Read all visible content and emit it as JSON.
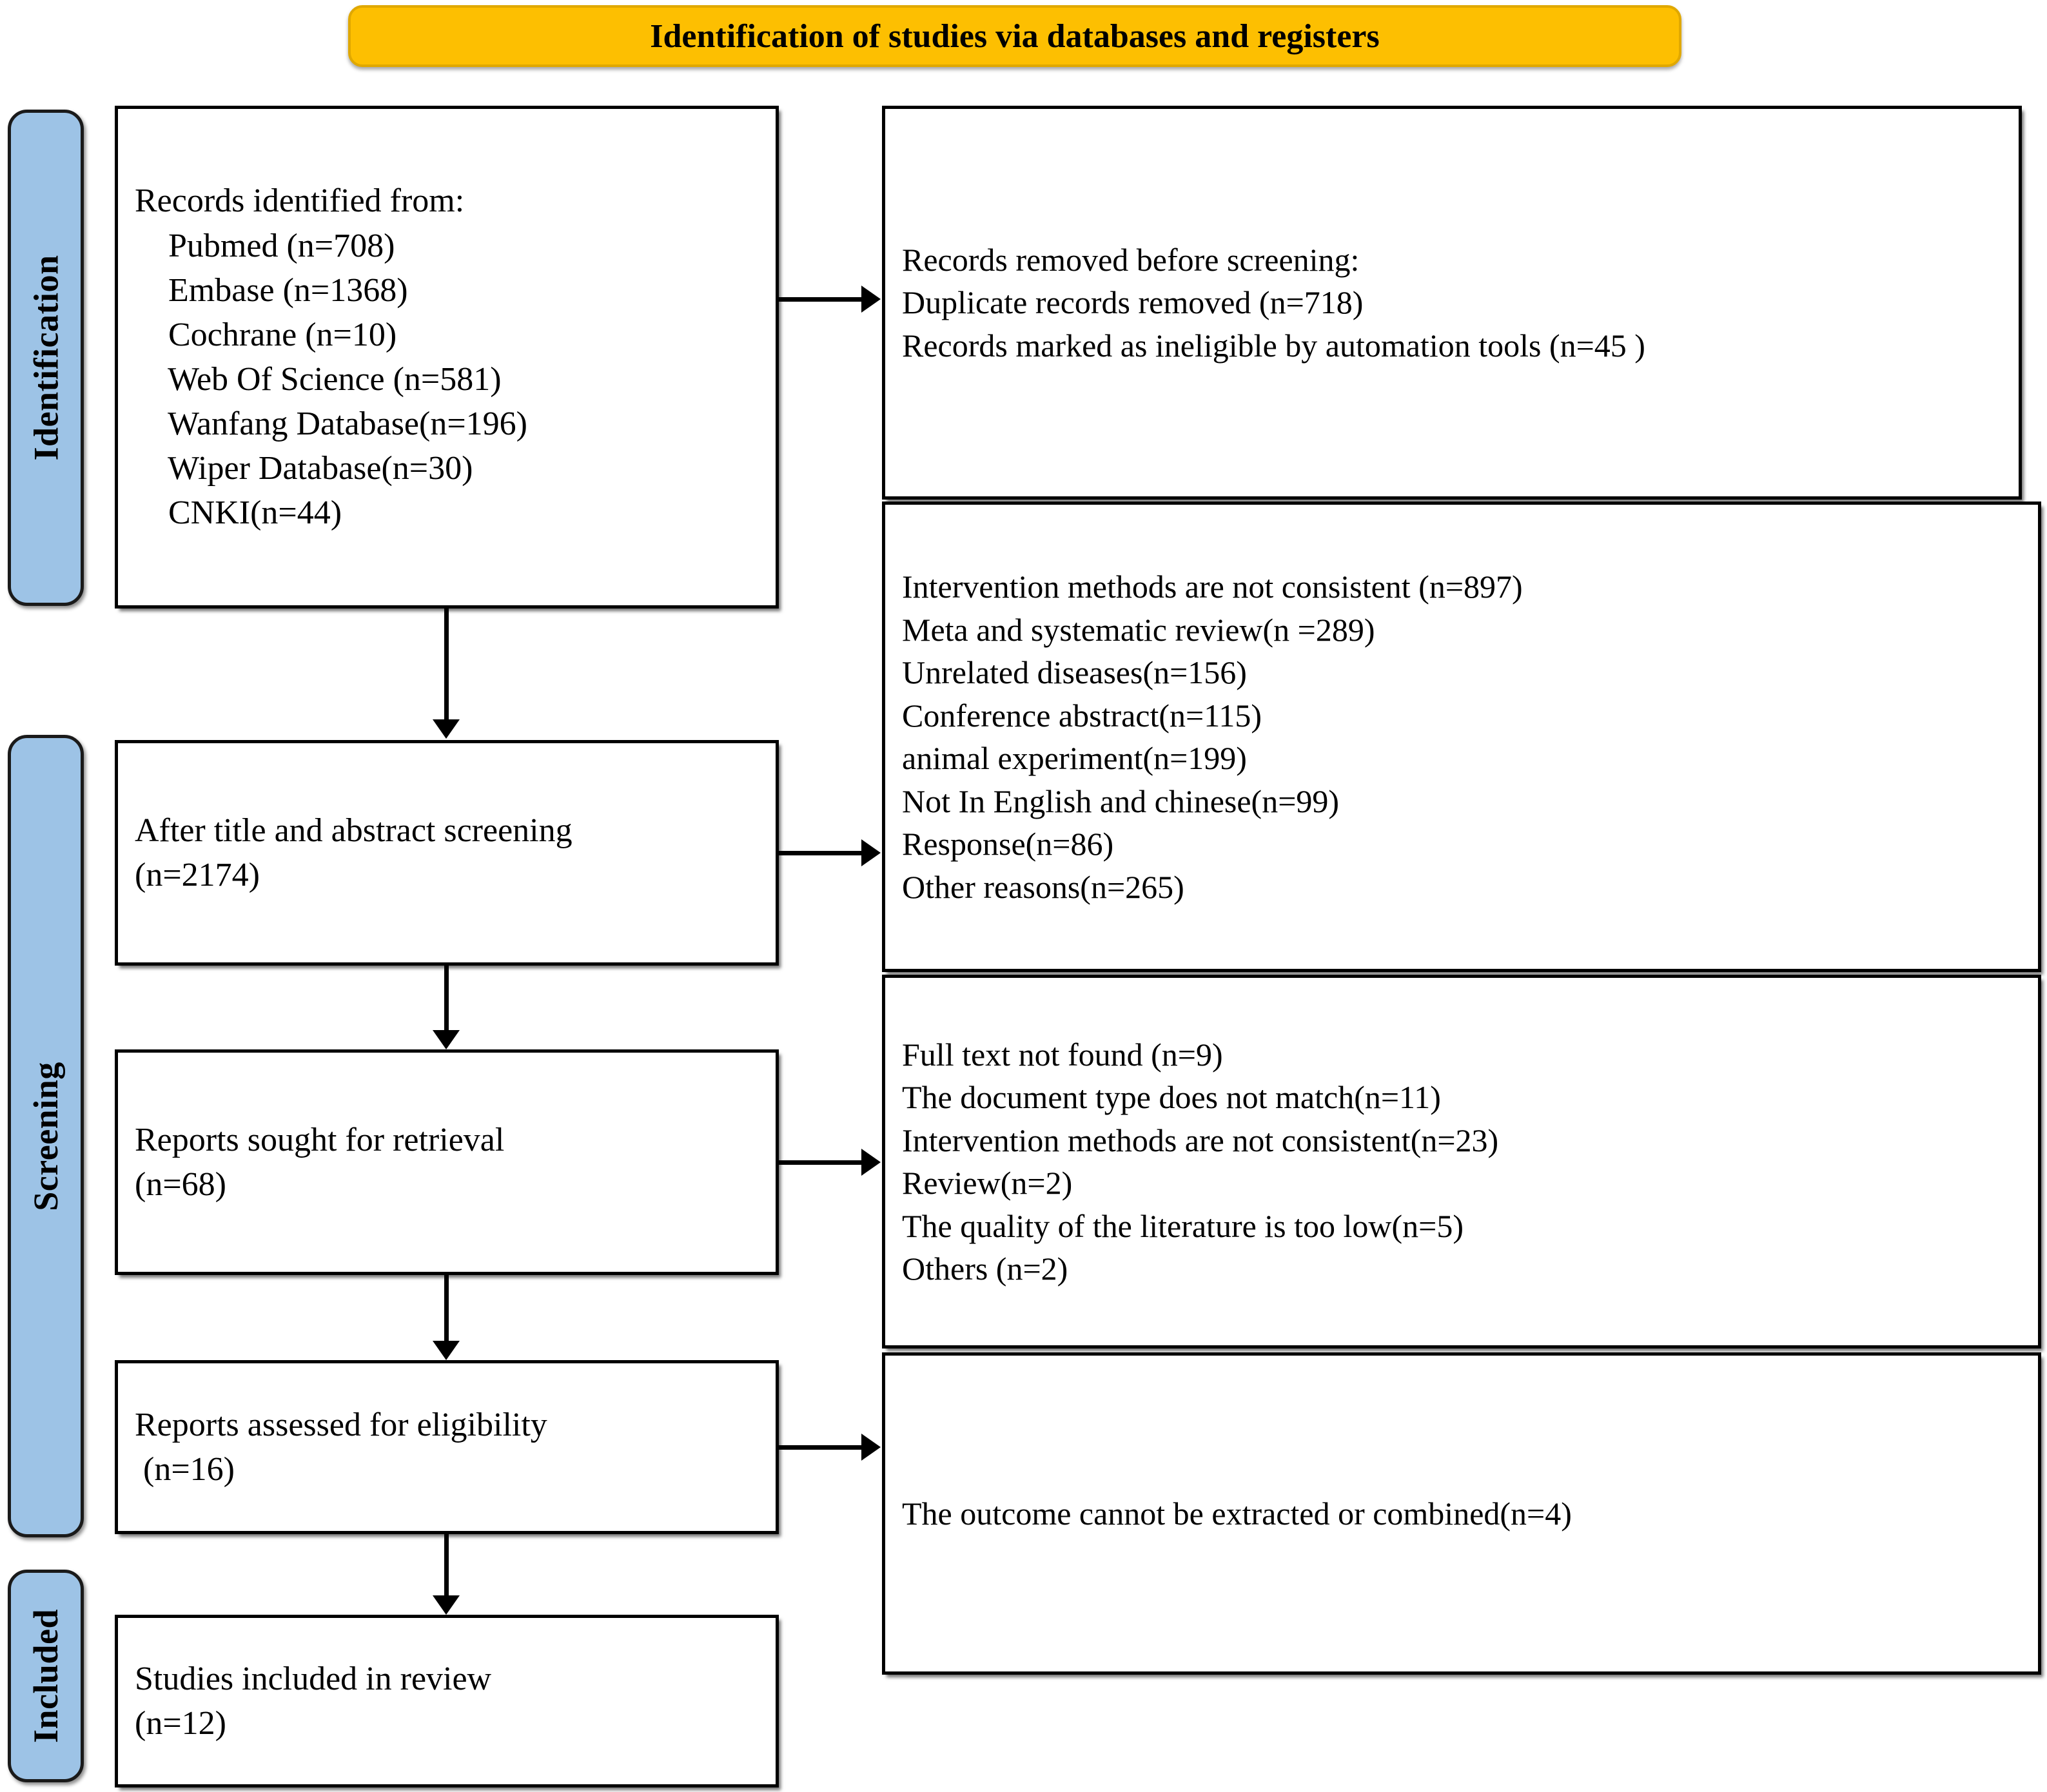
{
  "header": {
    "title": "Identification of studies via databases and registers",
    "bg_color": "#FDBF01",
    "text_color": "#000000"
  },
  "stage_labels": [
    {
      "id": "identification",
      "text": "Identification",
      "bg_color": "#9DC3E6"
    },
    {
      "id": "screening",
      "text": "Screening",
      "bg_color": "#9DC3E6"
    },
    {
      "id": "included",
      "text": "Included",
      "bg_color": "#9DC3E6"
    }
  ],
  "boxes": {
    "records_identified": {
      "lines": [
        "Records identified from:",
        "    Pubmed (n=708)",
        "    Embase (n=1368)",
        "    Cochrane (n=10)",
        "    Web Of Science (n=581)",
        "    Wanfang Database(n=196)",
        "    Wiper Database(n=30)",
        "    CNKI(n=44)"
      ]
    },
    "records_removed": {
      "lines": [
        "Records removed before screening:",
        "Duplicate records removed (n=718)",
        "Records marked as ineligible by automation tools (n=45 )"
      ]
    },
    "after_title_abstract": {
      "lines": [
        "After title and abstract screening",
        "(n=2174)"
      ]
    },
    "excluded_title_abstract": {
      "lines": [
        "Intervention methods are not consistent (n=897)",
        "Meta and systematic review(n =289)",
        "Unrelated diseases(n=156)",
        "Conference abstract(n=115)",
        "animal experiment(n=199)",
        "Not In English and chinese(n=99)",
        "Response(n=86)",
        "Other reasons(n=265)"
      ]
    },
    "reports_sought": {
      "lines": [
        "Reports sought for retrieval",
        "(n=68)"
      ]
    },
    "reports_not_retrieved": {
      "lines": [
        "Full text not found (n=9)",
        "The document type does not match(n=11)",
        "Intervention methods are not consistent(n=23)",
        "Review(n=2)",
        "The quality of the literature is too low(n=5)",
        "Others (n=2)"
      ]
    },
    "reports_assessed": {
      "lines": [
        "Reports assessed for eligibility",
        " (n=16)"
      ]
    },
    "reports_excluded": {
      "lines": [
        "The outcome cannot be extracted or combined(n=4)"
      ]
    },
    "studies_included": {
      "lines": [
        "Studies included in review",
        "(n=12)"
      ]
    }
  }
}
